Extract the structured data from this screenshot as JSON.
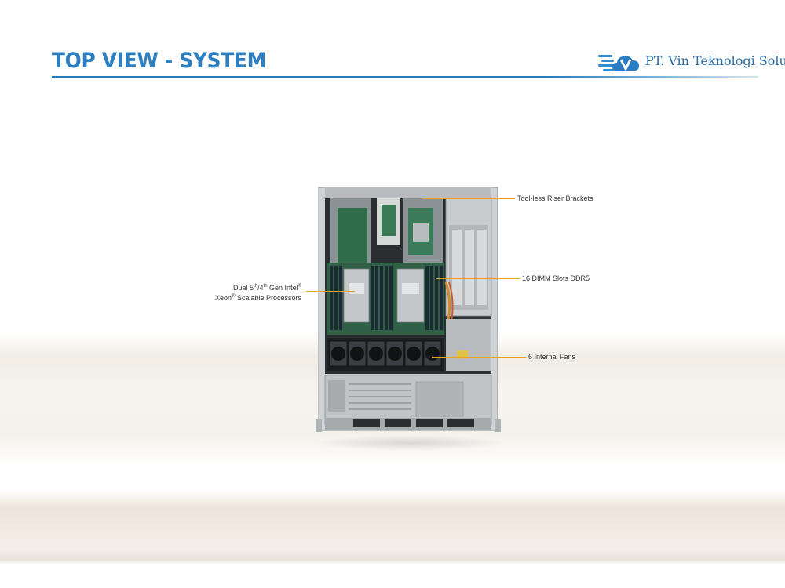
{
  "header": {
    "title": "TOP VIEW - SYSTEM",
    "company": "PT. Vin Teknologi Solusi",
    "logo_letter": "V"
  },
  "callouts": {
    "riser": "Tool-less Riser Brackets",
    "dimm": "16 DIMM Slots DDR5",
    "fans": "6 Internal  Fans",
    "cpu_line1_a": "Dual 5",
    "cpu_line1_sup1": "th",
    "cpu_line1_b": "/4",
    "cpu_line1_sup2": "th",
    "cpu_line1_c": " Gen Intel",
    "cpu_line1_sup3": "®",
    "cpu_line2_a": "Xeon",
    "cpu_line2_sup": "®",
    "cpu_line2_b": " Scalable Processors"
  },
  "colors": {
    "title": "#2d7fbf",
    "accent_line": "#e8a31a",
    "logo": "#2a6ea8"
  }
}
